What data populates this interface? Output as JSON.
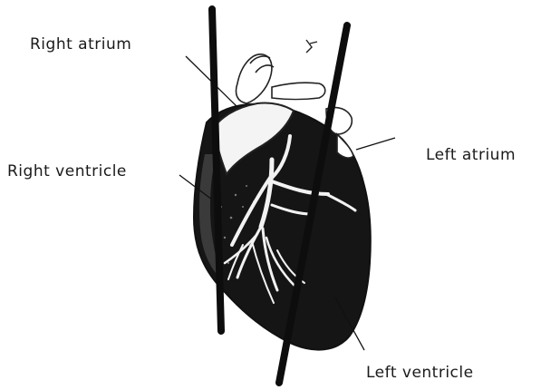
{
  "diagram": {
    "labels": {
      "right_atrium": "Right atrium",
      "right_ventricle": "Right ventricle",
      "left_atrium": "Left atrium",
      "left_ventricle": "Left ventricle"
    }
  }
}
